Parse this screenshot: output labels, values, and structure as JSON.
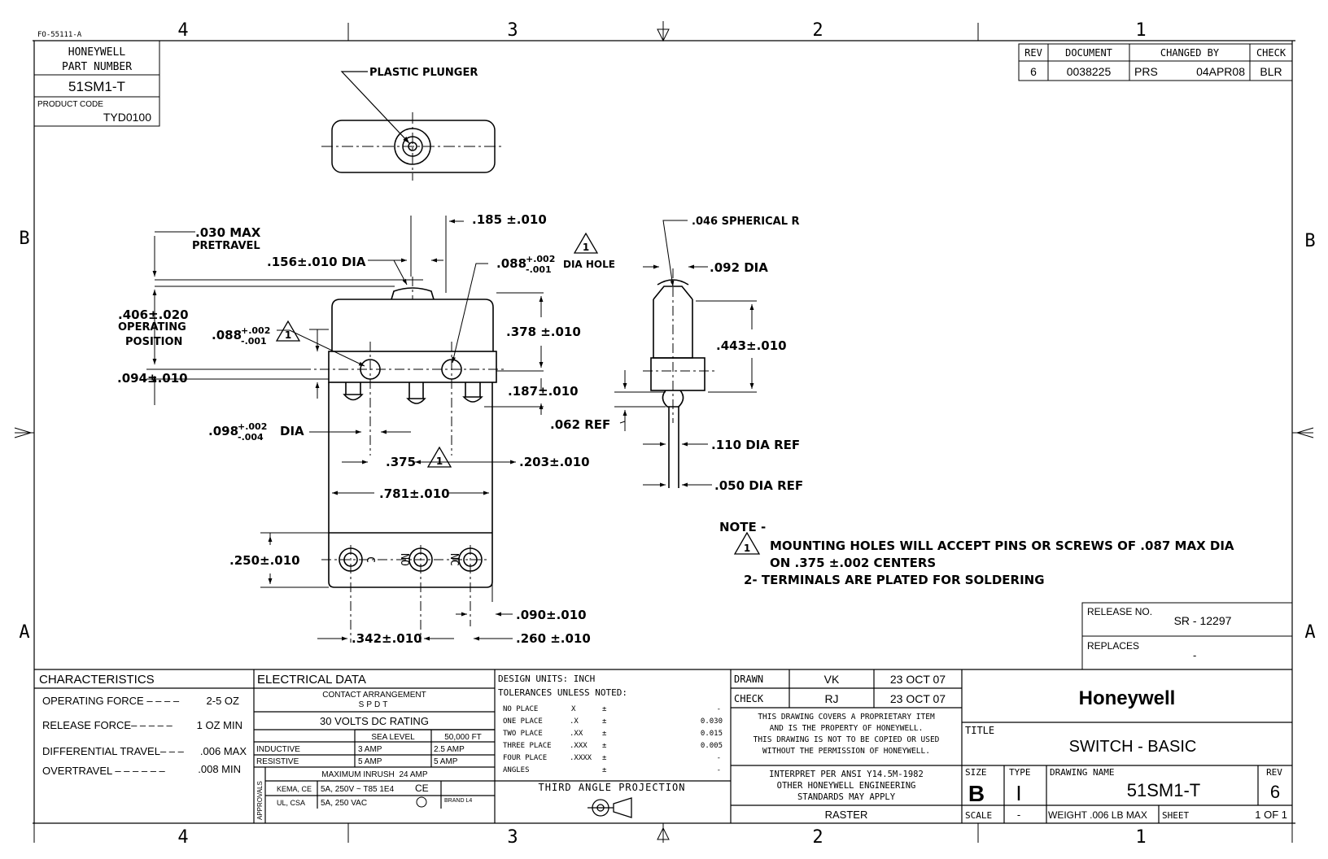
{
  "form_number": "FO-55111-A",
  "zones": {
    "columns": [
      "4",
      "3",
      "2",
      "1"
    ],
    "rows": [
      "B",
      "A"
    ]
  },
  "part_block": {
    "title_line1": "HONEYWELL",
    "title_line2": "PART NUMBER",
    "part_number": "51SM1-T",
    "product_code_label": "PRODUCT CODE",
    "product_code": "TYD0100"
  },
  "revision_block": {
    "headers": [
      "REV",
      "DOCUMENT",
      "CHANGED BY",
      "CHECK"
    ],
    "rev": "6",
    "document": "0038225",
    "changed_by": "PRS",
    "changed_date": "04APR08",
    "check": "BLR"
  },
  "drawing_labels": {
    "plastic_plunger": "PLASTIC PLUNGER",
    "pretravel_value": ".030 MAX",
    "pretravel_label": "PRETRAVEL",
    "plunger_dia": ".156±.010 DIA",
    "dim_185": ".185 ±.010",
    "hole_dia_base": ".088",
    "hole_tol_plus": "+.002",
    "hole_tol_minus": "-.001",
    "hole_dia_suffix": "DIA HOLE",
    "operating_value": ".406±.020",
    "operating_label1": "OPERATING",
    "operating_label2": "POSITION",
    "left_hole_base": ".088",
    "left_hole_plus": "+.002",
    "left_hole_minus": "-.001",
    "dim_094": ".094±.010",
    "dim_378": ".378 ±.010",
    "dim_187": ".187±.010",
    "dim_062": ".062 REF",
    "pin_dia_base": ".098",
    "pin_dia_plus": "+.002",
    "pin_dia_minus": "-.004",
    "pin_dia_suffix": "DIA",
    "dim_375": ".375",
    "dim_203": ".203±.010",
    "dim_781": ".781±.010",
    "dim_250": ".250±.010",
    "dim_090": ".090±.010",
    "dim_342": ".342±.010",
    "dim_260": ".260 ±.010",
    "spherical_r": ".046 SPHERICAL R",
    "dia_092": ".092 DIA",
    "dim_443": ".443±.010",
    "dia_110": ".110 DIA REF",
    "dia_050": ".050 DIA REF",
    "terminal_c": "C",
    "terminal_no": "NO",
    "terminal_nc": "NC",
    "flag_number": "1"
  },
  "notes": {
    "title": "NOTE -",
    "note1_line1": "MOUNTING HOLES WILL ACCEPT PINS OR SCREWS OF .087 MAX DIA",
    "note1_line2": "ON .375 ±.002 CENTERS",
    "note2": "2- TERMINALS ARE PLATED FOR SOLDERING"
  },
  "release": {
    "release_label": "RELEASE NO.",
    "release_value": "SR - 12297",
    "replaces_label": "REPLACES",
    "replaces_value": "-"
  },
  "characteristics": {
    "header": "CHARACTERISTICS",
    "rows": [
      {
        "label": "OPERATING FORCE – – – –",
        "value": "2-5 OZ"
      },
      {
        "label": "RELEASE FORCE– – – – –",
        "value": "1 OZ MIN"
      },
      {
        "label": "DIFFERENTIAL TRAVEL– – –",
        "value": ".006 MAX"
      },
      {
        "label": "OVERTRAVEL – – – – – –",
        "value": ".008 MIN"
      }
    ]
  },
  "electrical": {
    "header": "ELECTRICAL DATA",
    "contact_label": "CONTACT ARRANGEMENT",
    "contact_value": "SPDT",
    "rating": "30 VOLTS DC RATING",
    "col_sea_level": "SEA LEVEL",
    "col_altitude": "50,000 FT",
    "rows": [
      {
        "type": "INDUCTIVE",
        "sea": "3 AMP",
        "alt": "2.5 AMP"
      },
      {
        "type": "RESISTIVE",
        "sea": "5 AMP",
        "alt": "5 AMP"
      }
    ],
    "inrush_label": "MAXIMUM INRUSH",
    "inrush_value": "24 AMP",
    "approvals_label": "APPROVALS",
    "approvals": [
      {
        "agency": "KEMA, CE",
        "rating": "5A, 250V ~ T85 1E4",
        "mark": "CE"
      },
      {
        "agency": "UL, CSA",
        "rating": "5A, 250 VAC",
        "mark": "BRAND L4"
      }
    ]
  },
  "design": {
    "units": "DESIGN UNITS:  INCH",
    "tolerances": "TOLERANCES UNLESS NOTED:",
    "rows": [
      {
        "label": "NO PLACE",
        "fmt": "X",
        "value": "-"
      },
      {
        "label": "ONE PLACE",
        "fmt": ".X",
        "value": "0.030"
      },
      {
        "label": "TWO PLACE",
        "fmt": ".XX",
        "value": "0.015"
      },
      {
        "label": "THREE PLACE",
        "fmt": ".XXX",
        "value": "0.005"
      },
      {
        "label": "FOUR PLACE",
        "fmt": ".XXXX",
        "value": "-"
      },
      {
        "label": "ANGLES",
        "fmt": "",
        "value": "-"
      }
    ],
    "pm": "±",
    "projection": "THIRD ANGLE PROJECTION"
  },
  "approval_block": {
    "drawn_label": "DRAWN",
    "drawn_by": "VK",
    "drawn_date": "23 OCT 07",
    "check_label": "CHECK",
    "check_by": "RJ",
    "check_date": "23 OCT 07",
    "proprietary": [
      "THIS DRAWING COVERS A PROPRIETARY ITEM",
      "AND IS THE PROPERTY OF HONEYWELL.",
      "THIS DRAWING IS NOT TO BE COPIED OR USED",
      "WITHOUT THE PERMISSION OF HONEYWELL."
    ],
    "interpret": [
      "INTERPRET PER ANSI Y14.5M-1982",
      "OTHER HONEYWELL ENGINEERING",
      "STANDARDS MAY APPLY"
    ],
    "raster": "RASTER"
  },
  "title_block": {
    "company": "Honeywell",
    "title_label": "TITLE",
    "title": "SWITCH - BASIC",
    "size_label": "SIZE",
    "size": "B",
    "type_label": "TYPE",
    "type": "I",
    "drawing_name_label": "DRAWING NAME",
    "drawing_name": "51SM1-T",
    "rev_label": "REV",
    "rev": "6",
    "scale_label": "SCALE",
    "scale": "-",
    "weight": "WEIGHT .006 LB MAX",
    "sheet_label": "SHEET",
    "sheet": "1 OF 1"
  }
}
